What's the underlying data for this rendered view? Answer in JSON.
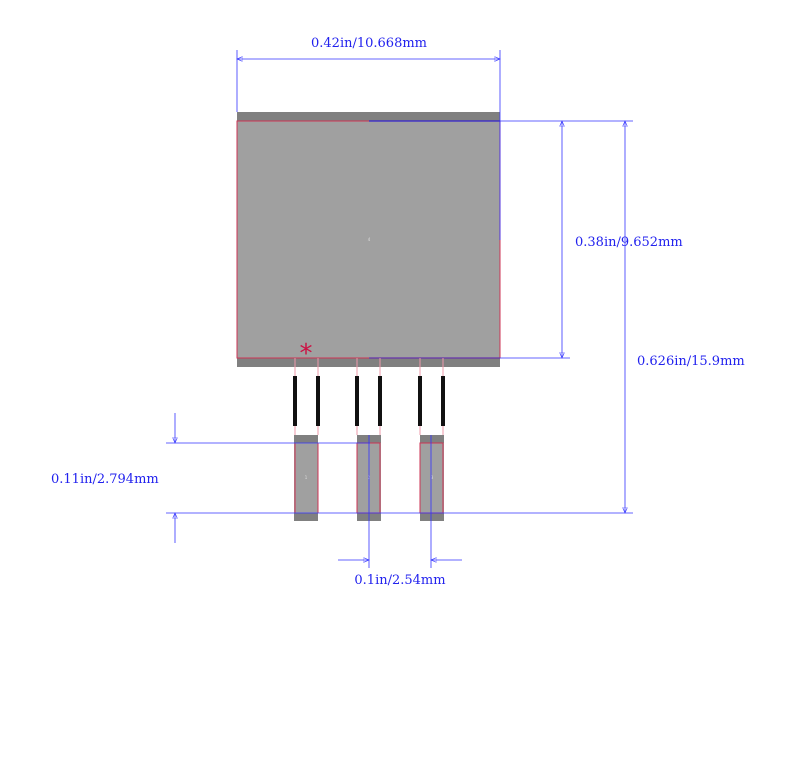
{
  "dimensions": {
    "width": "0.42in/10.668mm",
    "tab_height": "0.38in/9.652mm",
    "total_height": "0.626in/15.9mm",
    "pad_length": "0.11in/2.794mm",
    "pitch": "0.1in/2.54mm"
  },
  "pads": [
    {
      "label": "1"
    },
    {
      "label": "2"
    },
    {
      "label": "3"
    },
    {
      "label": "4"
    }
  ],
  "pin1_marker": "*",
  "colors": {
    "pad": "#a0a0a0",
    "pad_edge": "#808080",
    "outline": "#cc3355",
    "dimension": "#3333ff"
  }
}
